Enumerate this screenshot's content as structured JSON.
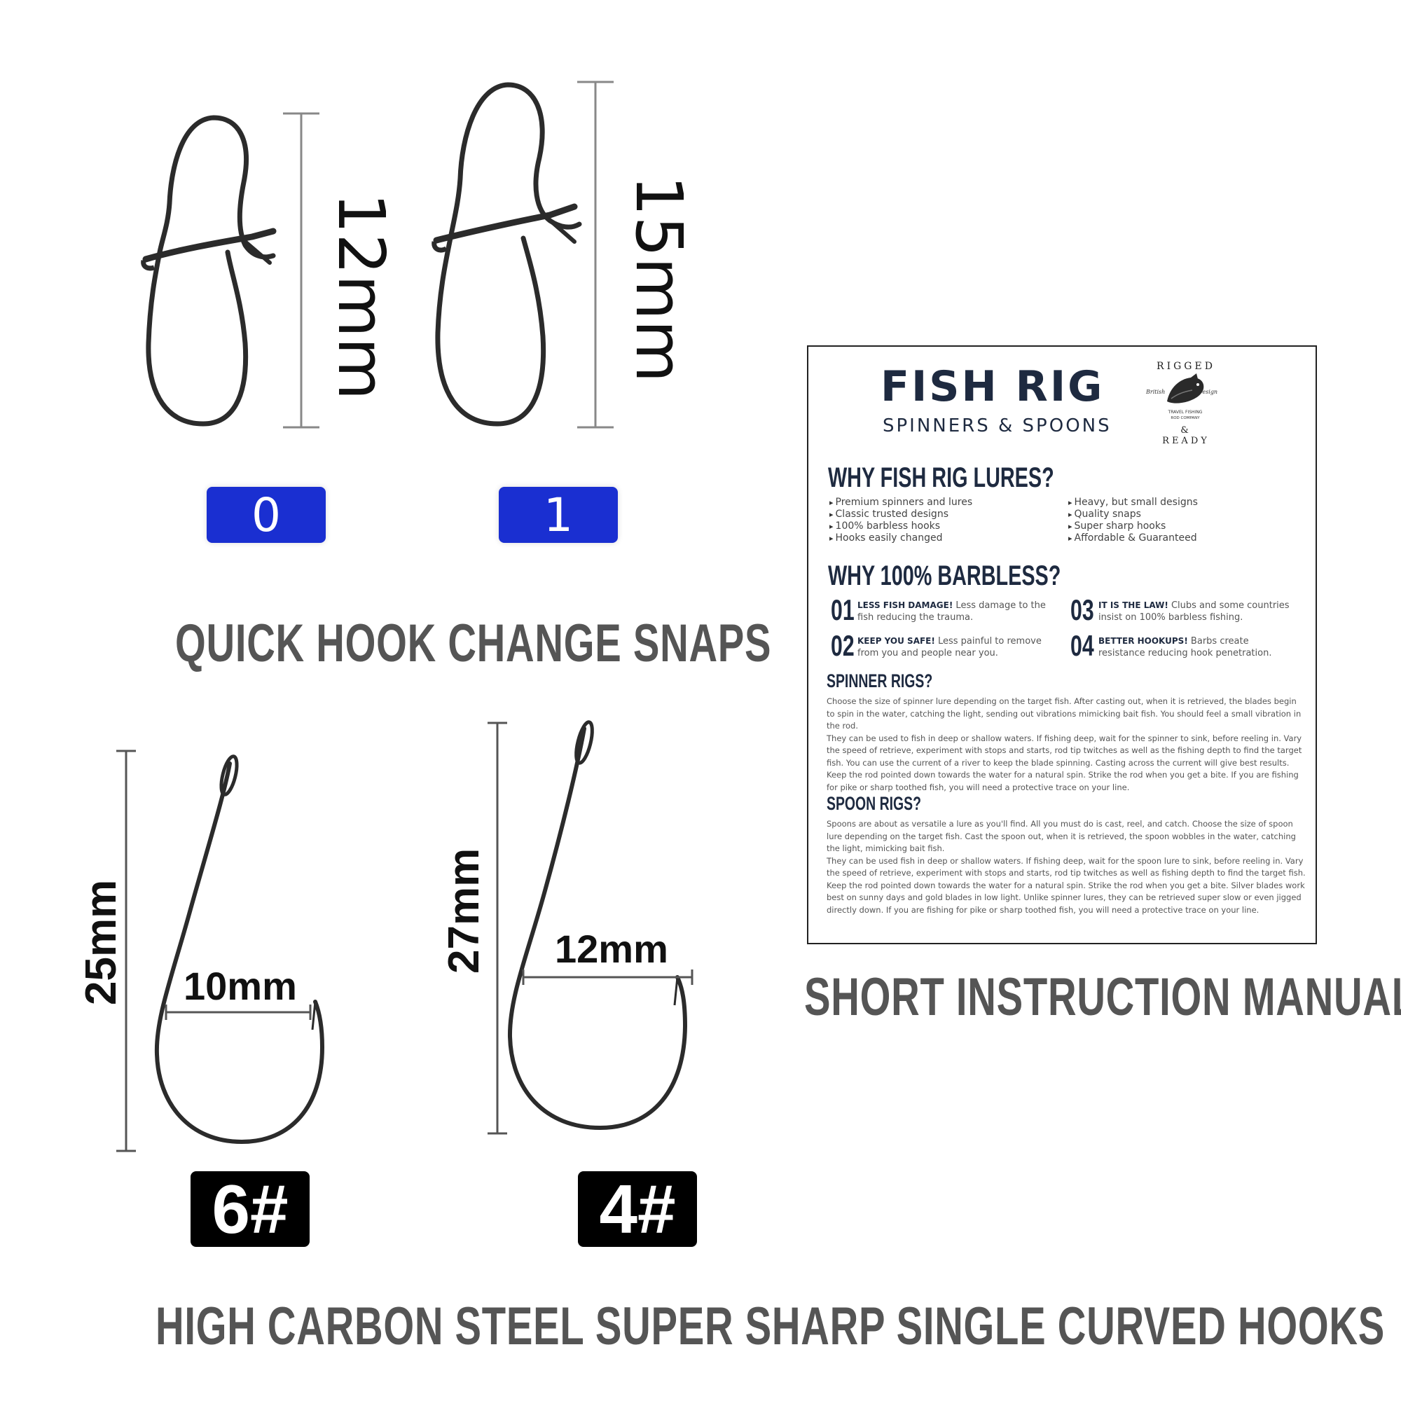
{
  "snaps": {
    "small": {
      "dimension": "12mm",
      "size_label": "0"
    },
    "large": {
      "dimension": "15mm",
      "size_label": "1"
    },
    "caption": "QUICK HOOK CHANGE SNAPS"
  },
  "hooks": {
    "small": {
      "height": "25mm",
      "width": "10mm",
      "size_label": "6#"
    },
    "large": {
      "height": "27mm",
      "width": "12mm",
      "size_label": "4#"
    },
    "caption": "HIGH CARBON STEEL SUPER SHARP SINGLE CURVED HOOKS"
  },
  "manual": {
    "caption": "SHORT INSTRUCTION MANUAL",
    "brand_title": "FISH RIG",
    "brand_subtitle": "SPINNERS & SPOONS",
    "logo_text": {
      "top": "RIGGED",
      "bottom": "& READY",
      "left": "British",
      "right": "Design",
      "center_1": "TRAVEL FISHING",
      "center_2": "ROD COMPANY"
    },
    "why_lures": {
      "heading": "WHY FISH RIG LURES?",
      "left": [
        "Premium spinners and lures",
        "Classic trusted designs",
        "100% barbless hooks",
        "Hooks easily changed"
      ],
      "right": [
        "Heavy, but small designs",
        "Quality snaps",
        "Super sharp hooks",
        "Affordable & Guaranteed"
      ]
    },
    "why_barbless": {
      "heading": "WHY 100% BARBLESS?",
      "reasons": [
        {
          "num": "01",
          "title": "LESS FISH DAMAGE!",
          "text": " Less damage to the fish reducing the trauma."
        },
        {
          "num": "03",
          "title": "IT IS THE LAW!",
          "text": " Clubs and some countries insist on 100% barbless fishing."
        },
        {
          "num": "02",
          "title": "KEEP YOU SAFE!",
          "text": " Less painful to remove from you and people near you."
        },
        {
          "num": "04",
          "title": "BETTER HOOKUPS!",
          "text": " Barbs create resistance reducing hook penetration."
        }
      ]
    },
    "spinner": {
      "heading": "SPINNER RIGS?",
      "p1": "Choose the size of spinner lure depending on the target fish. After casting out, when it is retrieved, the blades begin to spin in the water, catching the light, sending out vibrations mimicking bait fish. You should feel a small vibration in the rod.",
      "p2": "They can be used to fish in deep or shallow waters. If fishing deep, wait for the spinner to sink, before reeling in. Vary the speed of retrieve, experiment with stops and starts, rod tip twitches as well as the fishing depth to find the target fish. You can use the current of a river to keep the blade spinning. Casting across the current will give best results. Keep the rod pointed down towards the water for a natural spin. Strike the rod when you get a bite. If you are fishing for pike or sharp toothed fish, you will need a protective trace on your line."
    },
    "spoon": {
      "heading": "SPOON RIGS?",
      "p1": "Spoons are about as versatile a lure as you'll find. All you must do is cast, reel, and catch. Choose the size of spoon lure depending on the target fish. Cast the spoon out, when it is retrieved, the spoon wobbles in the water, catching the light, mimicking bait fish.",
      "p2": "They can be used fish in deep or shallow waters. If fishing deep, wait for the spoon lure to sink, before reeling in. Vary the speed of retrieve, experiment with stops and starts, rod tip twitches as well as fishing depth to find the target fish. Keep the rod pointed down towards the water for a natural spin. Strike the rod when you get a bite. Silver blades work best on sunny days and gold blades in low light. Unlike spinner lures, they can be retrieved super slow or even jigged directly down. If you are fishing for pike or sharp toothed fish, you will need a protective trace on your line."
    }
  }
}
